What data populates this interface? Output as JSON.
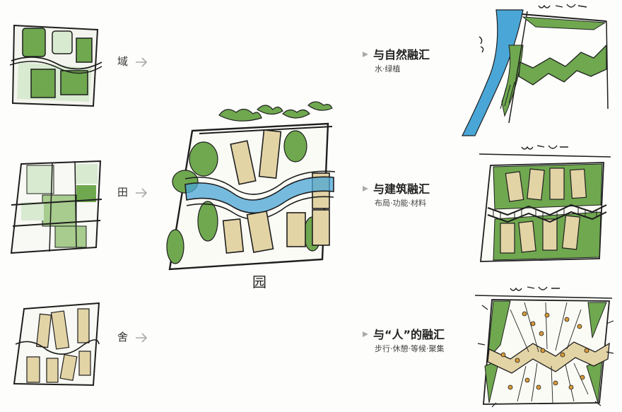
{
  "labels": {
    "yu": "域",
    "tian": "田",
    "she": "舍",
    "yuan": "园"
  },
  "sections": [
    {
      "title": "与自然融汇",
      "subtitle": "水·绿植"
    },
    {
      "title": "与建筑融汇",
      "subtitle": "布局·功能·材料"
    },
    {
      "title": "与“人”的融汇",
      "subtitle": "步行·休憩·等候·聚集"
    }
  ],
  "colors": {
    "green": "#6fa84f",
    "light_green": "#cfe3c0",
    "tan": "#e3d4a6",
    "blue": "#4aa6d6",
    "ink": "#1e1e1e"
  },
  "icons": [
    "arrow-right-icon",
    "triangle-bullet-icon"
  ]
}
